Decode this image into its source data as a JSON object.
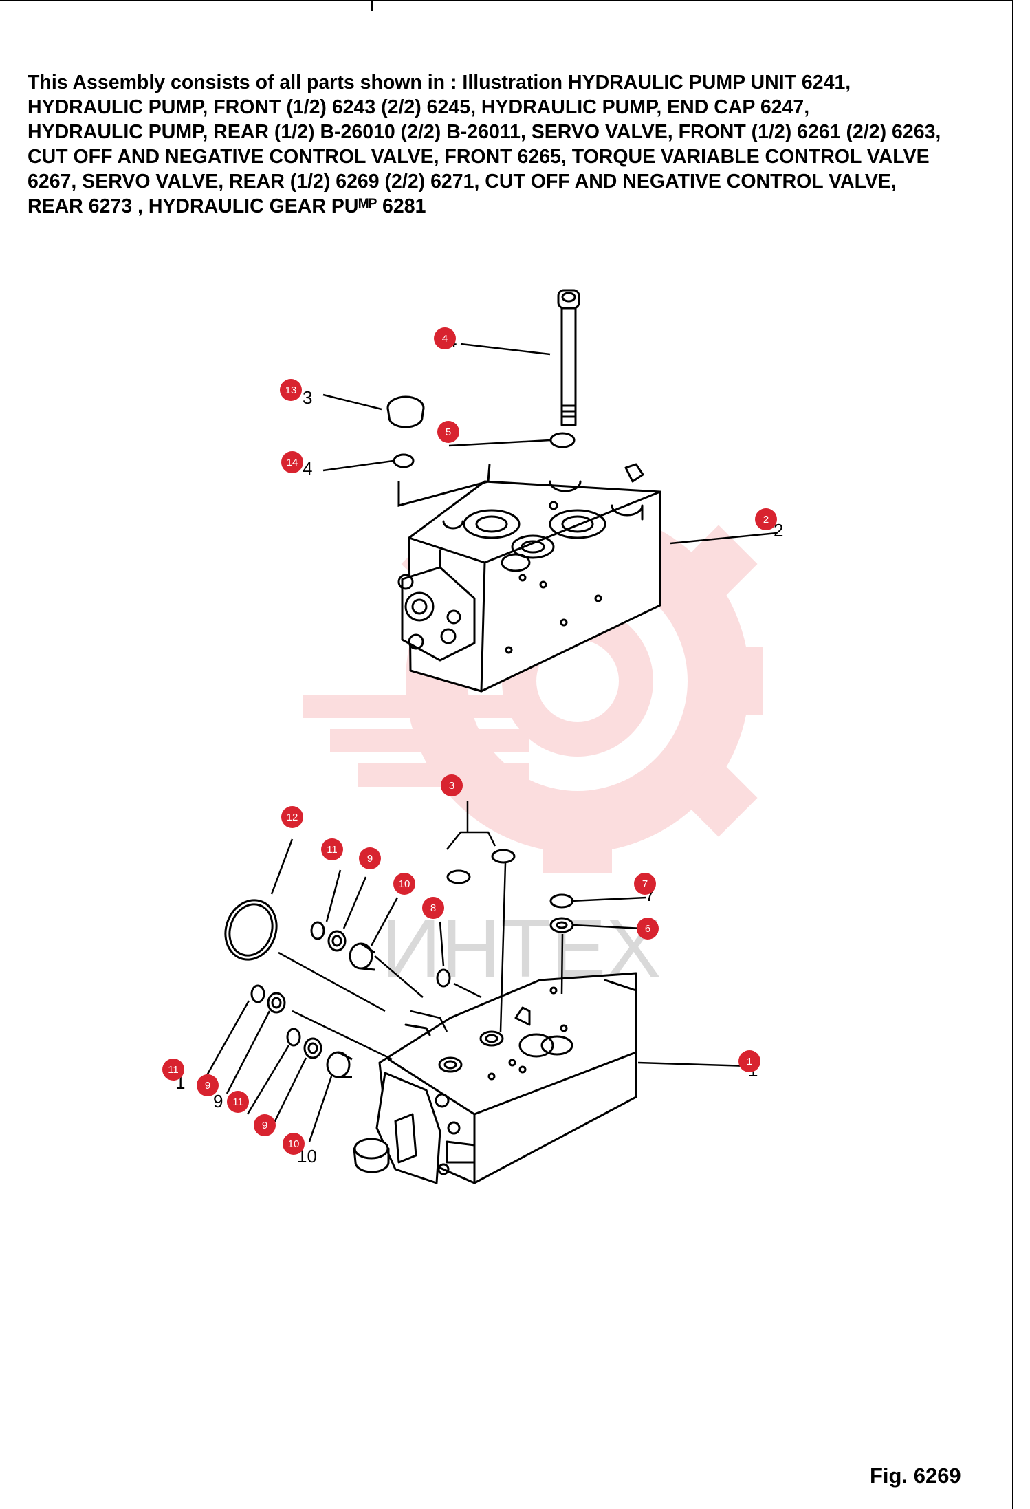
{
  "header": {
    "lines": [
      "This Assembly consists of all parts shown in : Illustration HYDRAULIC PUMP UNIT 6241,",
      "HYDRAULIC PUMP, FRONT (1/2) 6243  (2/2) 6245, HYDRAULIC PUMP, END CAP 6247,",
      "HYDRAULIC PUMP, REAR (1/2) B-26010 (2/2) B-26011, SERVO VALVE, FRONT (1/2) 6261 (2/2) 6263,",
      "CUT OFF AND NEGATIVE CONTROL VALVE, FRONT 6265, TORQUE VARIABLE CONTROL VALVE",
      "6267, SERVO VALVE, REAR (1/2) 6269 (2/2) 6271, CUT OFF AND  NEGATIVE CONTROL VALVE,",
      "REAR 6273 , HYDRAULIC GEAR PUᴹᴾ 6281"
    ]
  },
  "watermark": {
    "text": "ИНТЕХ",
    "color": "#e8303a"
  },
  "callout_color": "#d8232f",
  "callouts": [
    {
      "label": "4"
    },
    {
      "label": "13"
    },
    {
      "label": "5"
    },
    {
      "label": "14"
    },
    {
      "label": "2"
    },
    {
      "label": "3"
    },
    {
      "label": "12"
    },
    {
      "label": "11"
    },
    {
      "label": "9"
    },
    {
      "label": "10"
    },
    {
      "label": "8"
    },
    {
      "label": "7"
    },
    {
      "label": "6"
    },
    {
      "label": "1"
    },
    {
      "label": "11"
    },
    {
      "label": "9"
    },
    {
      "label": "11"
    },
    {
      "label": "9"
    },
    {
      "label": "10"
    }
  ],
  "figure": {
    "label": "Fig. 6269"
  }
}
